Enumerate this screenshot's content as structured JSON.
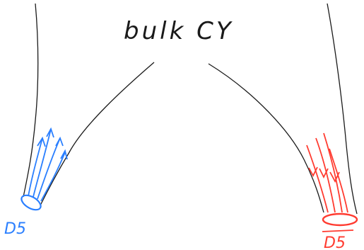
{
  "title": "bulk CY",
  "labels": {
    "left_brane": "D5",
    "right_brane": "D5",
    "right_brane_bar": true
  },
  "colors": {
    "ink": "#1a1a1a",
    "left_stroke": "#2a7fff",
    "right_stroke": "#ff3b30",
    "background": "#ffffff"
  }
}
